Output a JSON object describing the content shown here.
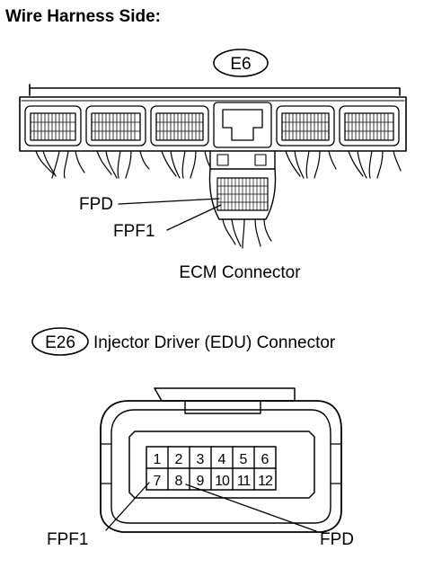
{
  "title": "Wire Harness Side:",
  "ecm": {
    "code": "E6",
    "caption": "ECM Connector",
    "callouts": [
      "FPD",
      "FPF1"
    ]
  },
  "edu": {
    "code": "E26",
    "caption": "Injector Driver (EDU) Connector",
    "terminals": [
      "1",
      "2",
      "3",
      "4",
      "5",
      "6",
      "7",
      "8",
      "9",
      "10",
      "11",
      "12"
    ],
    "callouts": {
      "left": "FPF1",
      "right": "FPD"
    }
  }
}
